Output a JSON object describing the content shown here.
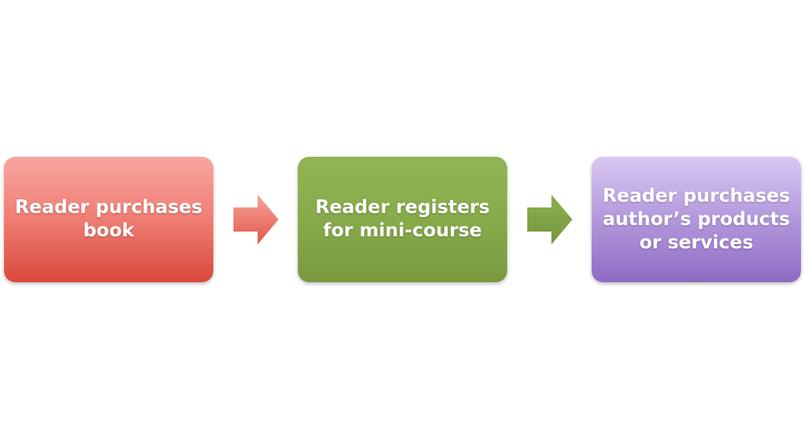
{
  "flow": {
    "steps": [
      {
        "label": "Reader purchases\nbook"
      },
      {
        "label": "Reader registers\nfor mini-course"
      },
      {
        "label": "Reader purchases\nauthor’s products\nor services"
      }
    ]
  },
  "colors": {
    "step1": "#ef7d73",
    "step2": "#86a94a",
    "step3": "#b298dc",
    "arrow1": "#e86a5f",
    "arrow2": "#7fa243",
    "text": "#ffffff"
  },
  "icons": {
    "connector": "right-arrow-icon"
  }
}
